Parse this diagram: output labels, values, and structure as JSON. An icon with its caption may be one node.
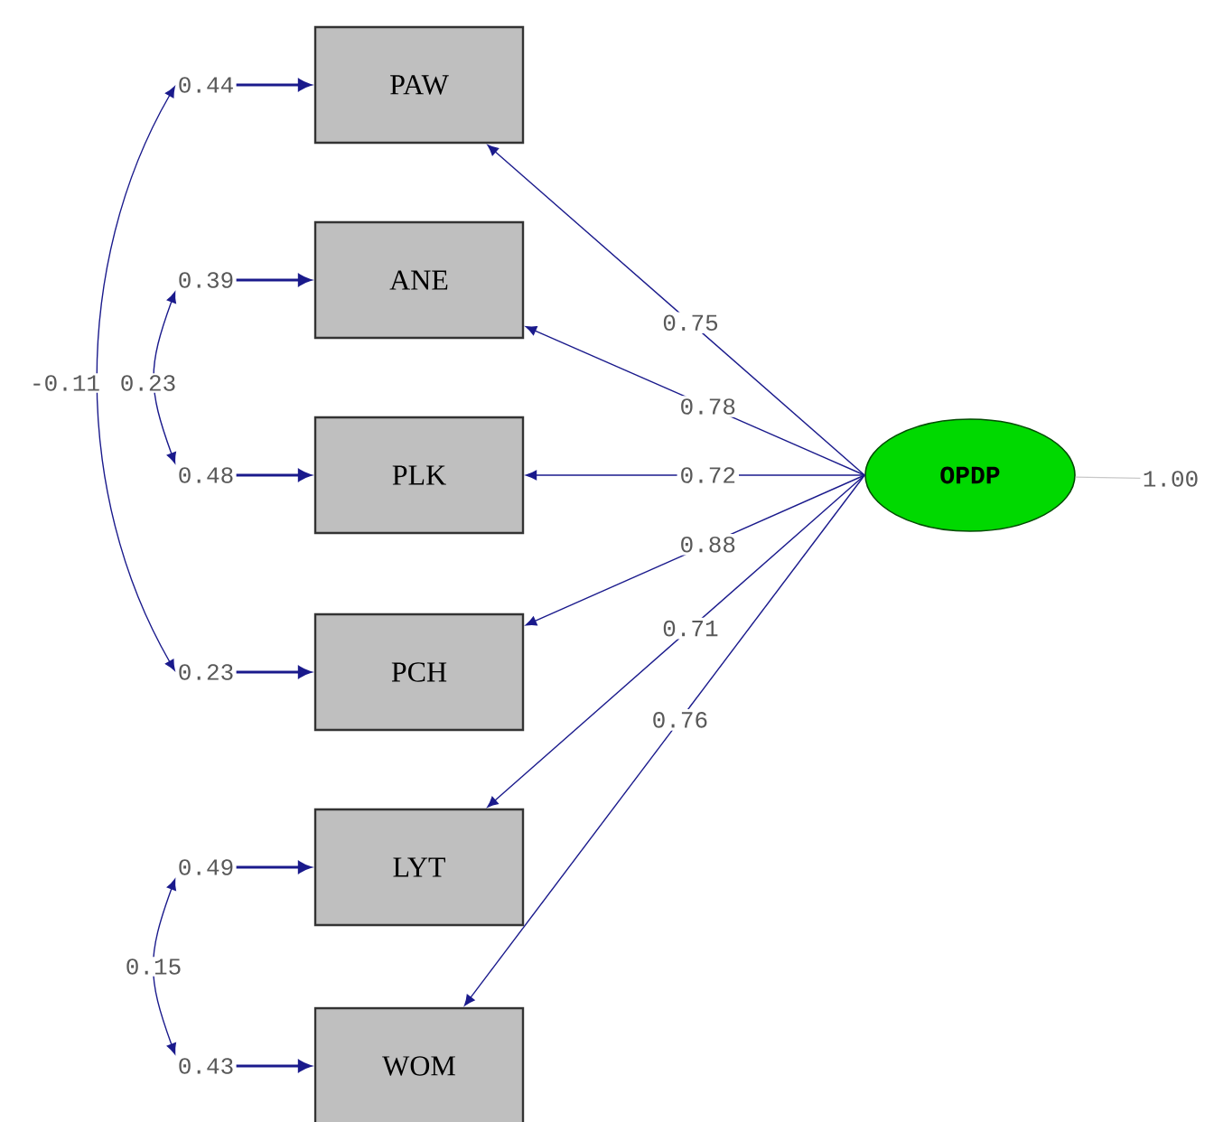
{
  "diagram": {
    "nodes": [
      {
        "text": [
          "PAW"
        ]
      },
      {
        "text": [
          "ANE"
        ]
      },
      {
        "text": [
          "PLK"
        ]
      },
      {
        "text": [
          "PCH"
        ]
      },
      {
        "text": [
          "LYT"
        ]
      },
      {
        "text": [
          "WOM"
        ]
      },
      {
        "text": [
          "OPDP"
        ]
      },
      {
        "text": [
          "1.00"
        ]
      },
      {
        "text": [
          "0.44"
        ]
      },
      {
        "text": [
          "0.39"
        ]
      },
      {
        "text": [
          "0.48"
        ]
      },
      {
        "text": [
          "0.23"
        ]
      },
      {
        "text": [
          "0.49"
        ]
      },
      {
        "text": [
          "0.43"
        ]
      }
    ],
    "edges": [
      {
        "from": 6,
        "to": 0,
        "arrow": "to",
        "label": "0.75"
      },
      {
        "from": 6,
        "to": 1,
        "arrow": "to",
        "label": "0.78"
      },
      {
        "from": 6,
        "to": 2,
        "arrow": "to",
        "label": "0.72"
      },
      {
        "from": 6,
        "to": 3,
        "arrow": "to",
        "label": "0.88"
      },
      {
        "from": 6,
        "to": 4,
        "arrow": "to",
        "label": "0.71"
      },
      {
        "from": 6,
        "to": 5,
        "arrow": "to",
        "label": "0.76"
      },
      {
        "from": 8,
        "to": 0,
        "arrow": "to"
      },
      {
        "from": 9,
        "to": 1,
        "arrow": "to"
      },
      {
        "from": 10,
        "to": 2,
        "arrow": "to"
      },
      {
        "from": 11,
        "to": 3,
        "arrow": "to"
      },
      {
        "from": 12,
        "to": 4,
        "arrow": "to"
      },
      {
        "from": 13,
        "to": 5,
        "arrow": "to"
      },
      {
        "from": 8,
        "to": 11,
        "arrow": "both",
        "label": "-0.11"
      },
      {
        "from": 9,
        "to": 10,
        "arrow": "both",
        "label": "0.23"
      },
      {
        "from": 12,
        "to": 13,
        "arrow": "both",
        "label": "0.15"
      },
      {
        "from": 6,
        "to": 7,
        "arrow": "none",
        "color": "#c8c8c8"
      }
    ]
  }
}
